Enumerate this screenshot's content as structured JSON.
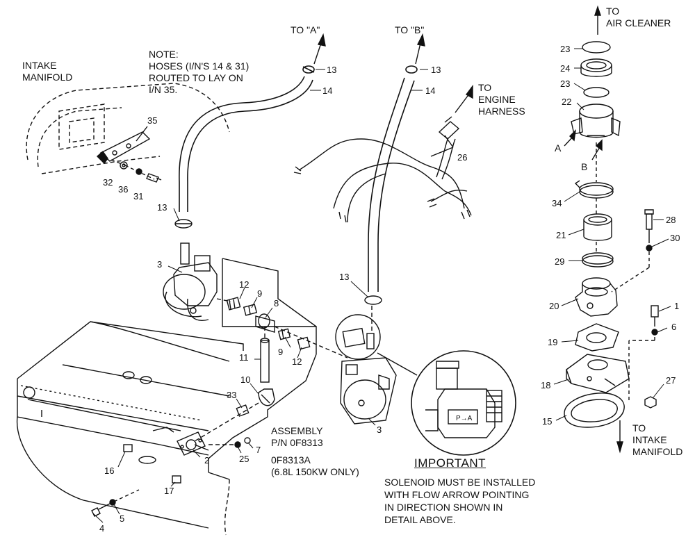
{
  "notes": {
    "note": "NOTE:\nHOSES (I/N'S 14 & 31)\nROUTED TO LAY ON\nI/N 35.",
    "intake_manifold_left": "INTAKE\nMANIFOLD",
    "to_a": "TO \"A\"",
    "to_b": "TO \"B\"",
    "to_engine_harness": "TO\nENGINE\nHARNESS",
    "to_air_cleaner": "TO\nAIR CLEANER",
    "to_intake_manifold_right": "TO\nINTAKE\nMANIFOLD",
    "letter_a": "A",
    "letter_b": "B",
    "assembly": "ASSEMBLY\nP/N 0F8313",
    "assembly_alt": "0F8313A\n(6.8L 150KW ONLY)",
    "important_heading": "IMPORTANT",
    "important_text": "SOLENOID MUST BE INSTALLED\nWITH FLOW ARROW POINTING\nIN DIRECTION SHOWN IN\nDETAIL ABOVE."
  },
  "callouts": {
    "c13a": "13",
    "c14a": "14",
    "c13b": "13",
    "c14b": "14",
    "c35": "35",
    "c32": "32",
    "c36": "36",
    "c31": "31",
    "c13c": "13",
    "c3a": "3",
    "c12a": "12",
    "c9a": "9",
    "c8": "8",
    "c11": "11",
    "c9b": "9",
    "c12b": "12",
    "c10": "10",
    "c33": "33",
    "c2": "2",
    "c25": "25",
    "c7": "7",
    "c16": "16",
    "c17": "17",
    "c4": "4",
    "c5": "5",
    "c13d": "13",
    "c3b": "3",
    "c26": "26",
    "c23a": "23",
    "c24": "24",
    "c23b": "23",
    "c22": "22",
    "c34": "34",
    "c21": "21",
    "c28": "28",
    "c30": "30",
    "c29": "29",
    "c20": "20",
    "c1": "1",
    "c6": "6",
    "c19": "19",
    "c18": "18",
    "c27": "27",
    "c15": "15"
  },
  "detail_marking": "P→A"
}
